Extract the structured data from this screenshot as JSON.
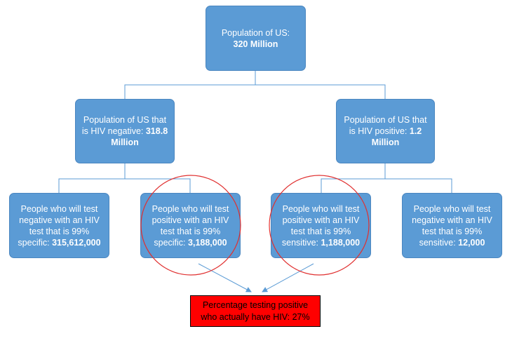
{
  "nodes": {
    "root": {
      "text": "Population of US:",
      "bold": "320 Million"
    },
    "negative": {
      "text": "Population of US that is HIV negative: ",
      "bold": "318.8 Million"
    },
    "positive": {
      "text": "Population of US that is HIV positive: ",
      "bold": "1.2 Million"
    },
    "true_negative": {
      "text": "People who will test negative with an HIV test that is 99% specific: ",
      "bold": "315,612,000"
    },
    "false_positive": {
      "text": "People who will test positive with an HIV test that is 99% specific: ",
      "bold": "3,188,000"
    },
    "true_positive": {
      "text": "People who will test positive with an HIV test that is 99% sensitive: ",
      "bold": "1,188,000"
    },
    "false_negative": {
      "text": "People who will test negative with an HIV test that is 99% sensitive: ",
      "bold": "12,000"
    }
  },
  "result": {
    "text": "Percentage testing positive who actually have HIV: 27%"
  },
  "colors": {
    "box_fill": "#5b9bd5",
    "connector": "#5b9bd5",
    "highlight_circle": "#e03030",
    "result_fill": "#ff0000"
  }
}
